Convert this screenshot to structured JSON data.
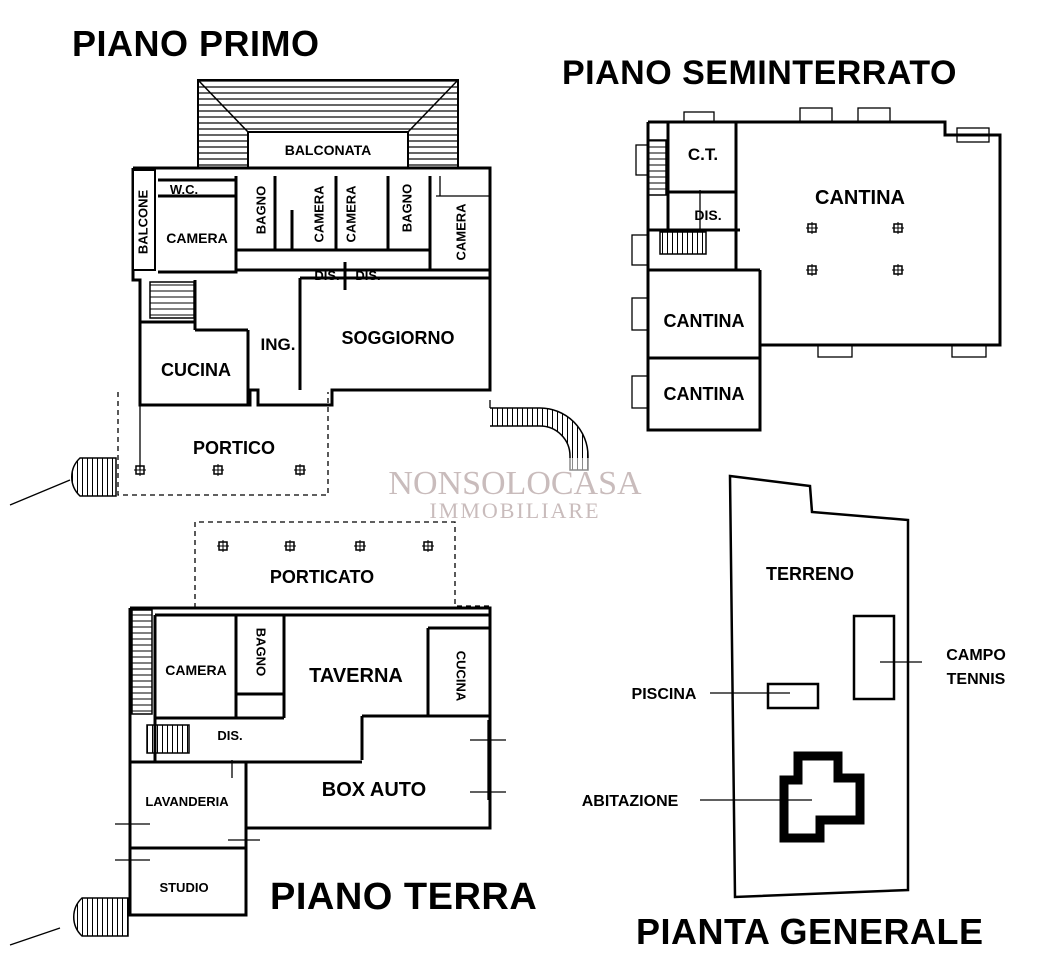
{
  "titles": {
    "first_floor": "PIANO PRIMO",
    "basement": "PIANO SEMINTERRATO",
    "ground_floor": "PIANO TERRA",
    "site_plan": "PIANTA GENERALE"
  },
  "watermark": {
    "line1": "NONSOLOCASA",
    "line2": "IMMOBILIARE",
    "color": "#b8a6a6"
  },
  "first_floor_rooms": {
    "balconata": "BALCONATA",
    "wc": "W.C.",
    "balcone": "BALCONE",
    "camera_1": "CAMERA",
    "bagno_1": "BAGNO",
    "camera_2": "CAMERA",
    "camera_3": "CAMERA",
    "bagno_2": "BAGNO",
    "camera_4": "CAMERA",
    "dis_1": "DIS.",
    "dis_2": "DIS.",
    "ing": "ING.",
    "soggiorno": "SOGGIORNO",
    "cucina": "CUCINA",
    "portico": "PORTICO"
  },
  "basement_rooms": {
    "ct": "C.T.",
    "dis": "DIS.",
    "cantina_main": "CANTINA",
    "cantina_2": "CANTINA",
    "cantina_3": "CANTINA"
  },
  "ground_floor_rooms": {
    "porticato": "PORTICATO",
    "camera": "CAMERA",
    "bagno": "BAGNO",
    "taverna": "TAVERNA",
    "cucina": "CUCINA",
    "dis": "DIS.",
    "lavanderia": "LAVANDERIA",
    "box_auto": "BOX AUTO",
    "studio": "STUDIO"
  },
  "site_plan_labels": {
    "terreno": "TERRENO",
    "campo_tennis_1": "CAMPO",
    "campo_tennis_2": "TENNIS",
    "piscina": "PISCINA",
    "abitazione": "ABITAZIONE"
  }
}
